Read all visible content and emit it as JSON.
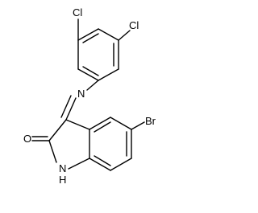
{
  "molecule": {
    "atom_labels": {
      "cl_top": "Cl",
      "cl_right": "Cl",
      "nitrogen_imine": "N",
      "bromine": "Br",
      "oxygen": "O",
      "nitrogen_ring": "N",
      "hydrogen": "H"
    }
  }
}
